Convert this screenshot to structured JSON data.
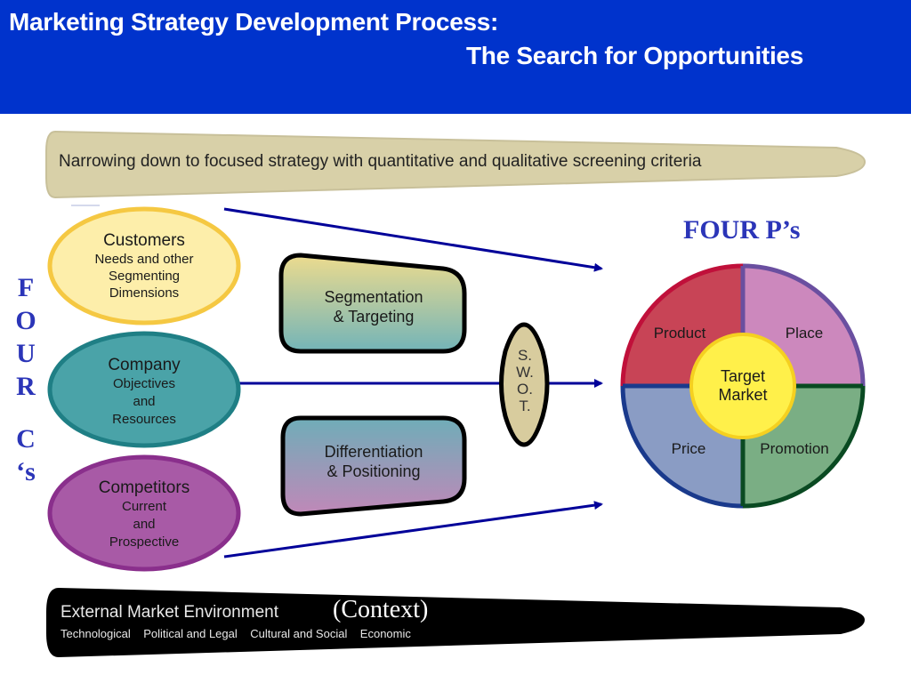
{
  "header": {
    "title_line1": "Marketing Strategy Development Process:",
    "title_line2": "The Search for Opportunities",
    "background_color": "#0033cc"
  },
  "top_banner": {
    "text": "Narrowing down to focused strategy with quantitative and qualitative screening criteria",
    "color": "#d8d0a8"
  },
  "four_cs": {
    "label_letters": [
      "F",
      "O",
      "U",
      "R",
      "",
      "C",
      "‘s"
    ],
    "items": [
      {
        "title": "Customers",
        "lines": [
          "Needs and other",
          "Segmenting",
          "Dimensions"
        ],
        "color": "#fdeeaa"
      },
      {
        "title": "Company",
        "lines": [
          "Objectives",
          "and",
          "Resources"
        ],
        "color": "#4aa3a8"
      },
      {
        "title": "Competitors",
        "lines": [
          "Current",
          "and",
          "Prospective"
        ],
        "color": "#a85aa6"
      }
    ]
  },
  "process_boxes": [
    {
      "line1": "Segmentation",
      "line2": "& Targeting"
    },
    {
      "line1": "Differentiation",
      "line2": "& Positioning"
    }
  ],
  "swot": {
    "letters": [
      "S.",
      "W.",
      "O.",
      "T."
    ]
  },
  "four_ps": {
    "title": "FOUR P’s",
    "quadrants": [
      {
        "label": "Product",
        "color": "#c84456"
      },
      {
        "label": "Place",
        "color": "#cc88bd"
      },
      {
        "label": "Price",
        "color": "#8a9cc4"
      },
      {
        "label": "Promotion",
        "color": "#7aae84"
      }
    ],
    "center": {
      "line1": "Target",
      "line2": "Market",
      "color": "#fff04a"
    }
  },
  "bottom_banner": {
    "title": "External Market Environment",
    "context": "(Context)",
    "factors": [
      "Technological",
      "Political and Legal",
      "Cultural and Social",
      "Economic"
    ]
  }
}
